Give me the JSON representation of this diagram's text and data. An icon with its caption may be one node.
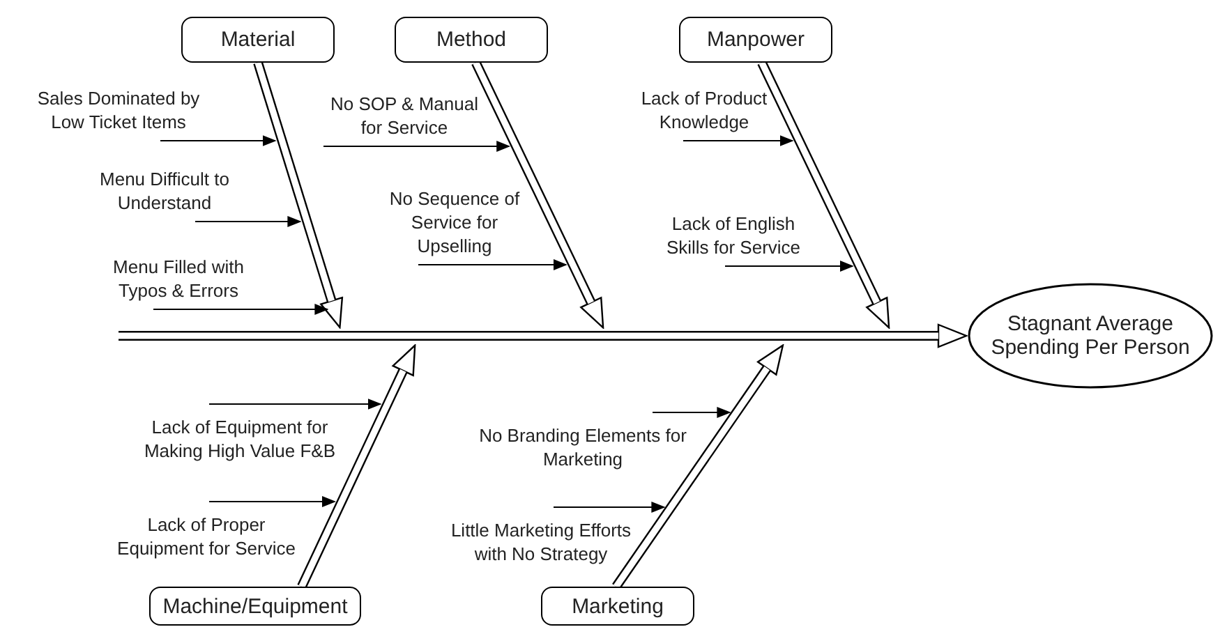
{
  "diagram": {
    "nodes": [
      {
        "text": [
          "Material"
        ]
      },
      {
        "text": [
          "Method"
        ]
      },
      {
        "text": [
          "Manpower"
        ]
      },
      {
        "text": [
          "Machine/Equipment"
        ]
      },
      {
        "text": [
          "Marketing"
        ]
      },
      {
        "text": [
          "Stagnant Average Spending Per Person"
        ]
      },
      {
        "text": [
          "Sales Dominated by Low Ticket Items"
        ]
      },
      {
        "text": [
          "Menu Difficult to Understand"
        ]
      },
      {
        "text": [
          "Menu Filled with Typos & Errors"
        ]
      },
      {
        "text": [
          "No SOP & Manual for Service"
        ]
      },
      {
        "text": [
          "No Sequence of Service for Upselling"
        ]
      },
      {
        "text": [
          "Lack of Product Knowledge"
        ]
      },
      {
        "text": [
          "Lack of English Skills for Service"
        ]
      },
      {
        "text": [
          "Lack of Equipment for Making High Value F&B"
        ]
      },
      {
        "text": [
          "Lack of Proper Equipment for Service"
        ]
      },
      {
        "text": [
          "No Branding Elements for Marketing"
        ]
      },
      {
        "text": [
          "Little Marketing Efforts with No Strategy"
        ]
      }
    ],
    "edges": [
      {
        "from": null,
        "to": 5,
        "arrow": "to",
        "style": "thick"
      },
      {
        "from": 0,
        "to": null,
        "arrow": "to",
        "style": "thick"
      },
      {
        "from": 1,
        "to": null,
        "arrow": "to",
        "style": "thick"
      },
      {
        "from": 2,
        "to": null,
        "arrow": "to",
        "style": "thick"
      },
      {
        "from": 3,
        "to": null,
        "arrow": "to",
        "style": "thick"
      },
      {
        "from": 4,
        "to": null,
        "arrow": "to",
        "style": "thick"
      },
      {
        "from": 6,
        "to": null,
        "arrow": "to"
      },
      {
        "from": 7,
        "to": null,
        "arrow": "to"
      },
      {
        "from": 8,
        "to": null,
        "arrow": "to"
      },
      {
        "from": 9,
        "to": null,
        "arrow": "to"
      },
      {
        "from": 10,
        "to": null,
        "arrow": "to"
      },
      {
        "from": 11,
        "to": null,
        "arrow": "to"
      },
      {
        "from": 12,
        "to": null,
        "arrow": "to"
      },
      {
        "from": 13,
        "to": null,
        "arrow": "to"
      },
      {
        "from": 14,
        "to": null,
        "arrow": "to"
      },
      {
        "from": 15,
        "to": null,
        "arrow": "to"
      },
      {
        "from": 16,
        "to": null,
        "arrow": "to"
      }
    ]
  }
}
